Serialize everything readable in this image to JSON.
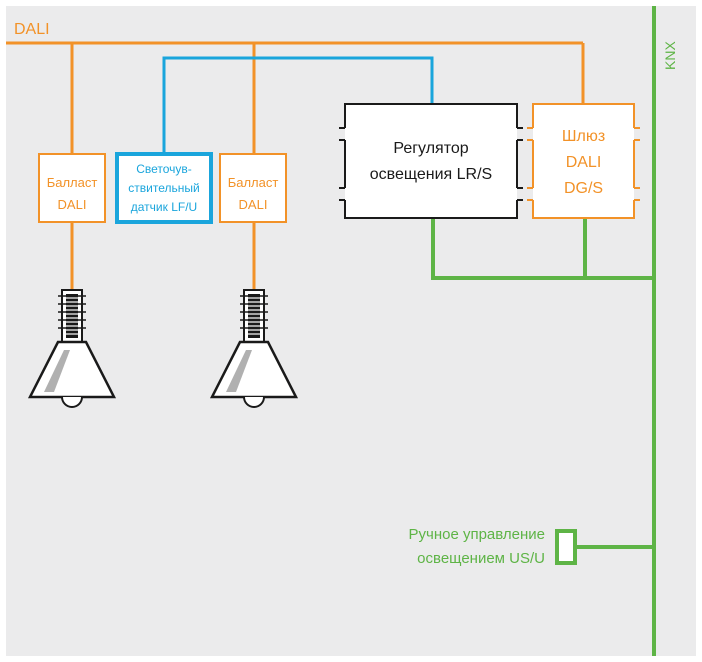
{
  "colors": {
    "dali": "#f29228",
    "knx": "#5eb446",
    "sensor": "#1aa5dc",
    "background": "#ebebec",
    "box_border": "#1a1a1a"
  },
  "bus": {
    "dali_label": "DALI",
    "knx_label": "KNX"
  },
  "ballast_1": {
    "line1": "Балласт",
    "line2": "DALI"
  },
  "sensor": {
    "line1": "Светочув-",
    "line2": "ствительный",
    "line3": "датчик LF/U"
  },
  "ballast_2": {
    "line1": "Балласт",
    "line2": "DALI"
  },
  "controller": {
    "line1": "Регулятор",
    "line2": "освещения LR/S"
  },
  "gateway": {
    "line1": "Шлюз",
    "line2": "DALI",
    "line3": "DG/S"
  },
  "manual": {
    "line1": "Ручное управление",
    "line2": "освещением US/U"
  },
  "icons": [
    "lamp-icon",
    "lamp-icon"
  ]
}
